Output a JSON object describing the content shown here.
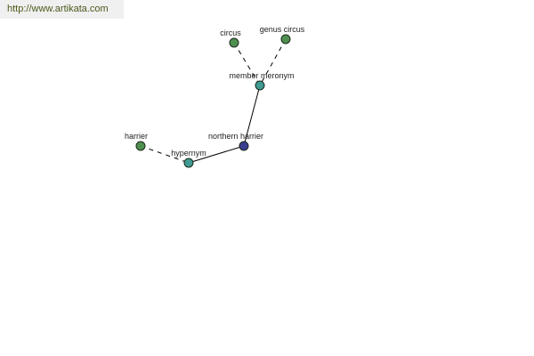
{
  "watermark": {
    "text": "http://www.artikata.com"
  },
  "colors": {
    "leaf": "#4f8f4f",
    "relation": "#3f9a92",
    "focus": "#3a3f92"
  },
  "graph": {
    "nodes": [
      {
        "id": "circus",
        "label": "circus",
        "kind": "leaf"
      },
      {
        "id": "genus-circus",
        "label": "genus circus",
        "kind": "leaf"
      },
      {
        "id": "member-meronym",
        "label": "member meronym",
        "kind": "relation"
      },
      {
        "id": "harrier",
        "label": "harrier",
        "kind": "leaf"
      },
      {
        "id": "northern-harrier",
        "label": "northern harrier",
        "kind": "focus"
      },
      {
        "id": "hypernym",
        "label": "hypernym",
        "kind": "relation"
      }
    ],
    "edges": [
      {
        "from": "circus",
        "to": "member-meronym",
        "style": "dashed"
      },
      {
        "from": "genus-circus",
        "to": "member-meronym",
        "style": "dashed"
      },
      {
        "from": "member-meronym",
        "to": "northern-harrier",
        "style": "solid"
      },
      {
        "from": "harrier",
        "to": "hypernym",
        "style": "dashed"
      },
      {
        "from": "hypernym",
        "to": "northern-harrier",
        "style": "solid"
      }
    ]
  }
}
